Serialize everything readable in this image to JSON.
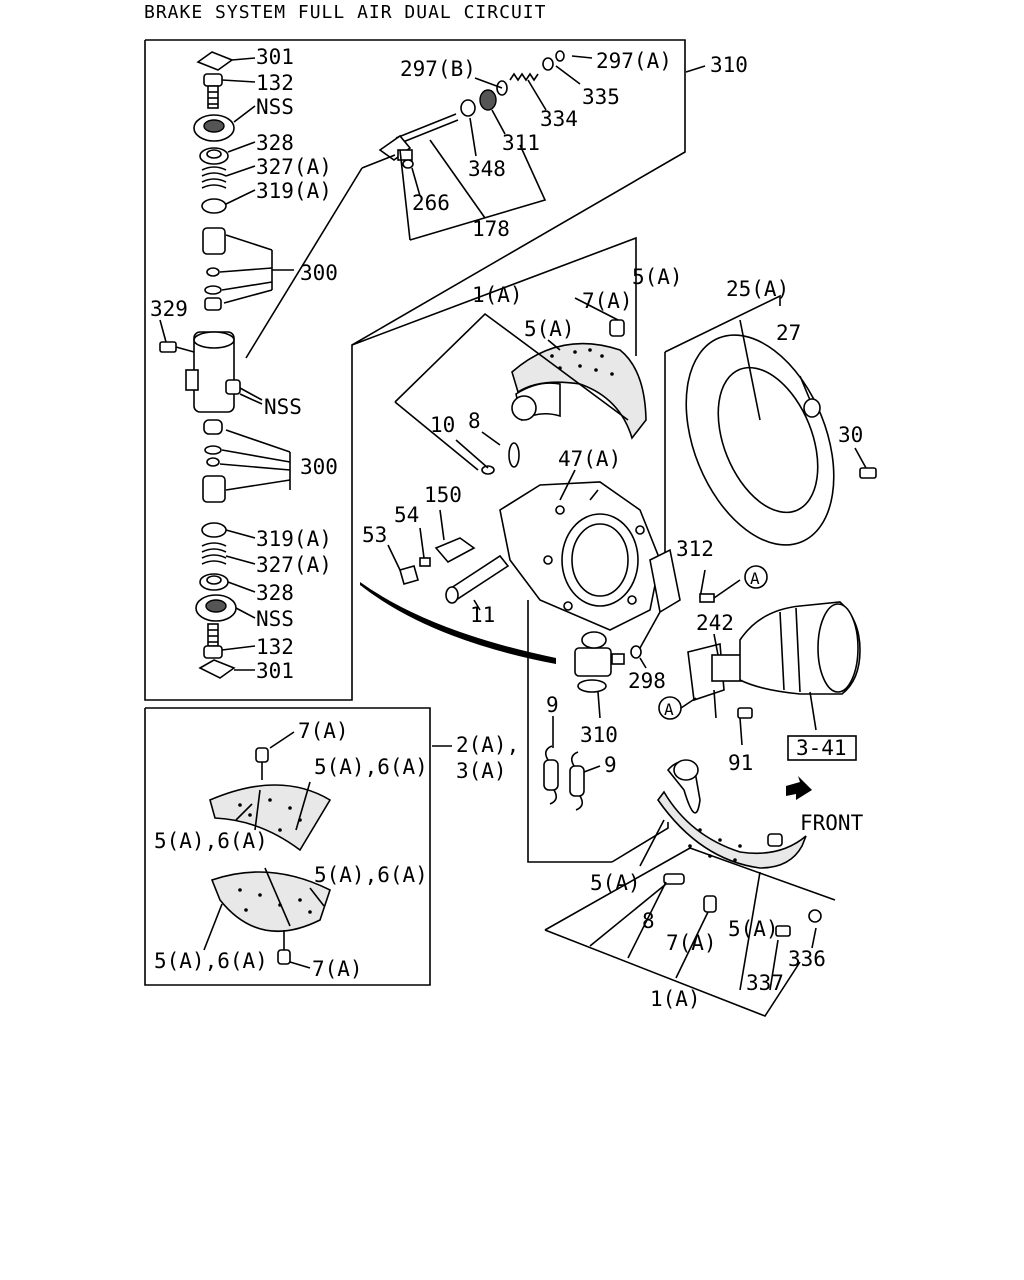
{
  "title": "BRAKE SYSTEM FULL AIR DUAL CIRCUIT",
  "labels": {
    "l301_top": "301",
    "l132_top": "132",
    "lnss_1": "NSS",
    "l328_top": "328",
    "l327a_top": "327(A)",
    "l319a_top": "319(A)",
    "l300_top": "300",
    "l329": "329",
    "lnss_2": "NSS",
    "l300_bot": "300",
    "l319a_bot": "319(A)",
    "l327a_bot": "327(A)",
    "l328_bot": "328",
    "lnss_3": "NSS",
    "l132_bot": "132",
    "l301_bot": "301",
    "l297b": "297(B)",
    "l297a": "297(A)",
    "l310_top": "310",
    "l335": "335",
    "l334": "334",
    "l311": "311",
    "l348": "348",
    "l266": "266",
    "l178": "178",
    "l1a_top": "1(A)",
    "l7a_top": "7(A)",
    "l5a_top": "5(A)",
    "l5a_mid": "5(A)",
    "l25a": "25(A)",
    "l27": "27",
    "l30": "30",
    "l10": "10",
    "l8_top": "8",
    "l47a": "47(A)",
    "l150": "150",
    "l54": "54",
    "l53": "53",
    "l11": "11",
    "l312": "312",
    "l242": "242",
    "l298": "298",
    "l310_bot": "310",
    "l9_a": "9",
    "l9_b": "9",
    "l91": "91",
    "lref": "3-41",
    "lfront": "FRONT",
    "lA1": "A",
    "lA2": "A",
    "l7a_inset": "7(A)",
    "l2a3a_1": "2(A),",
    "l2a3a_2": "3(A)",
    "l56_1": "5(A),6(A)",
    "l56_2": "5(A),6(A)",
    "l56_3": "5(A),6(A)",
    "l56_4": "5(A),6(A)",
    "l7a_inset_bot": "7(A)",
    "l5a_low": "5(A)",
    "l8_low": "8",
    "l7a_low": "7(A)",
    "l5a_low2": "5(A)",
    "l336": "336",
    "l337": "337",
    "l1a_low": "1(A)"
  }
}
